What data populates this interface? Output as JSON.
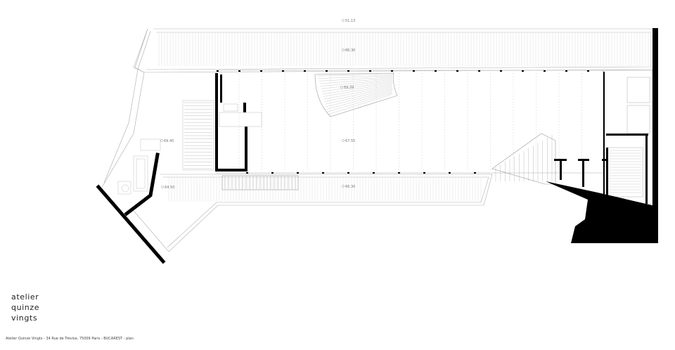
{
  "levels": {
    "top": "51.13",
    "upper_deck": "66.30",
    "stair_upper": "69.29",
    "center": "67.55",
    "left_platform": "69.40",
    "left_lower": "64.50",
    "lower_deck": "66.30"
  },
  "logo": {
    "line1": "atelier",
    "line2": "quinze",
    "line3": "vingts"
  },
  "caption": "Atelier Quinze Vingts - 34 Rue de Trévise, 75009 Paris - BUCAREST - plan",
  "colors": {
    "wall": "#000000",
    "line": "#bbbbbb",
    "text": "#222222"
  }
}
